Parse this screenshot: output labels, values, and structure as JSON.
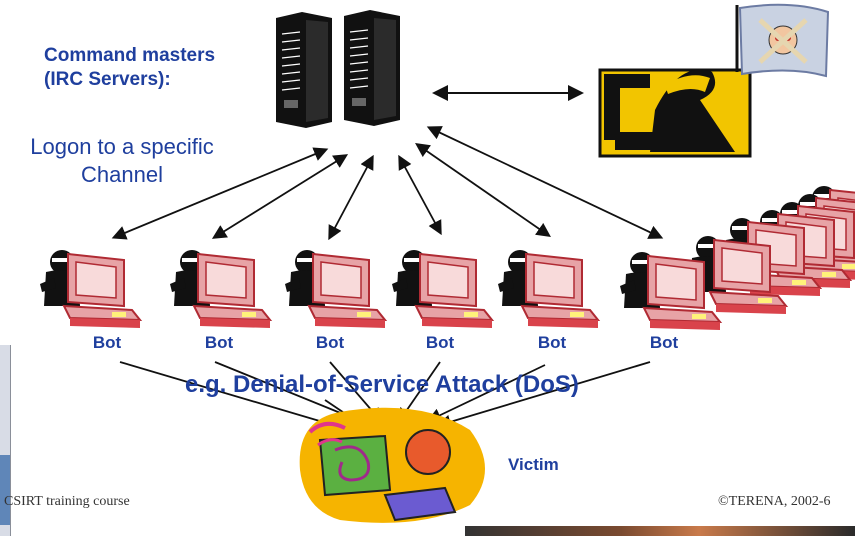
{
  "header": {
    "title_line1": "Command masters",
    "title_line2": "(IRC Servers):"
  },
  "logon": {
    "line1": "Logon to a specific",
    "line2": "Channel"
  },
  "bots": [
    "Bot",
    "Bot",
    "Bot",
    "Bot",
    "Bot",
    "Bot"
  ],
  "attack_label": "e.g. Denial-of-Service Attack (DoS)",
  "victim_label": "Victim",
  "footer": {
    "course": "CSIRT training course",
    "copyright": "©TERENA, 2002-6"
  },
  "icons": [
    "server-icon",
    "attacker-icon",
    "skull-flag-icon",
    "bot-computer-icon",
    "victim-icon"
  ],
  "colors": {
    "text_blue": "#1f3f9e",
    "computer_red": "#d9434b",
    "attacker_yellow": "#f2c500"
  }
}
